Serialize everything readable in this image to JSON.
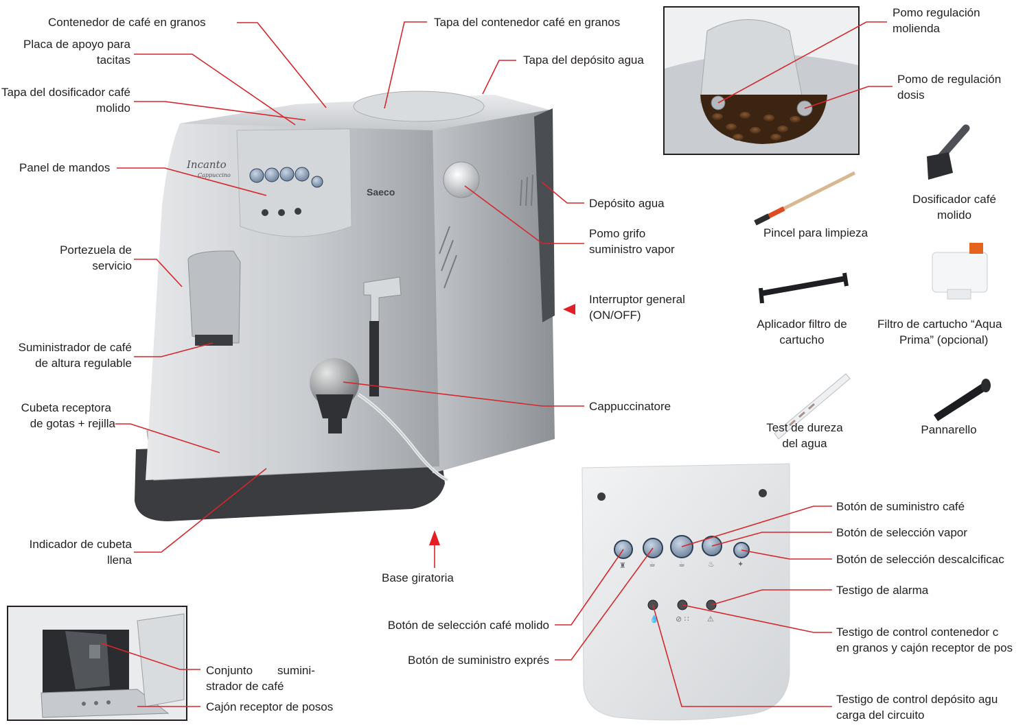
{
  "main_labels": {
    "contenedor_cafe": "Contenedor de café en granos",
    "tapa_contenedor": "Tapa del contenedor café en granos",
    "placa_apoyo_1": "Placa de apoyo para",
    "placa_apoyo_2": "tacitas",
    "tapa_deposito": "Tapa del depósito agua",
    "tapa_dosificador_1": "Tapa del dosificador café",
    "tapa_dosificador_2": "molido",
    "panel_mandos": "Panel de mandos",
    "deposito_agua": "Depósito agua",
    "pomo_grifo_1": "Pomo grifo",
    "pomo_grifo_2": "suministro vapor",
    "portezuela_1": "Portezuela de",
    "portezuela_2": "servicio",
    "suministrador_1": "Suministrador de café",
    "suministrador_2": "de altura regulable",
    "interruptor_1": "Interruptor general",
    "interruptor_2": "(ON/OFF)",
    "cappuccinatore": "Cappuccinatore",
    "cubeta_1": "Cubeta receptora",
    "cubeta_2": "de gotas + rejilla",
    "indicador_1": "Indicador de cubeta",
    "indicador_2": "llena",
    "base_giratoria": "Base giratoria"
  },
  "brand": {
    "logo": "Saeco",
    "model": "Incanto",
    "model_sub": "Cappuccino"
  },
  "inset_grinder": {
    "pomo_molienda_1": "Pomo regulación",
    "pomo_molienda_2": "molienda",
    "pomo_dosis_1": "Pomo de regulación",
    "pomo_dosis_2": "dosis"
  },
  "accessories": {
    "pincel": "Pincel para limpieza",
    "dosificador_1": "Dosificador café",
    "dosificador_2": "molido",
    "aplicador_1": "Aplicador filtro de",
    "aplicador_2": "cartucho",
    "filtro_1": "Filtro de cartucho “Aqua",
    "filtro_2": "Prima” (opcional)",
    "test_1": "Test de dureza",
    "test_2": "del agua",
    "pannarello": "Pannarello"
  },
  "control_panel": {
    "boton_cafe": "Botón de suministro café",
    "boton_vapor": "Botón de selección vapor",
    "boton_descalcificacion": "Botón de selección descalcificac",
    "testigo_alarma": "Testigo de alarma",
    "testigo_contenedor_1": "Testigo de control contenedor c",
    "testigo_contenedor_2": "en granos y cajón receptor de pos",
    "testigo_deposito_1": "Testigo de control depósito agu",
    "testigo_deposito_2": "carga del circuito",
    "boton_molido": "Botón de selección café molido",
    "boton_expres": "Botón de suministro exprés"
  },
  "inset_service": {
    "conjunto_1": "Conjunto suministrador de café",
    "conjunto_2": "strador de café",
    "conjunto_a": "Conjunto",
    "conjunto_b": "sumini-",
    "cajon": "Cajón receptor de posos"
  },
  "colors": {
    "leader": "#d6262b",
    "arrow": "#e31e24",
    "machine_silver": "#b9bdc2",
    "machine_dark": "#3a3c3f",
    "inset_border": "#231f20"
  }
}
